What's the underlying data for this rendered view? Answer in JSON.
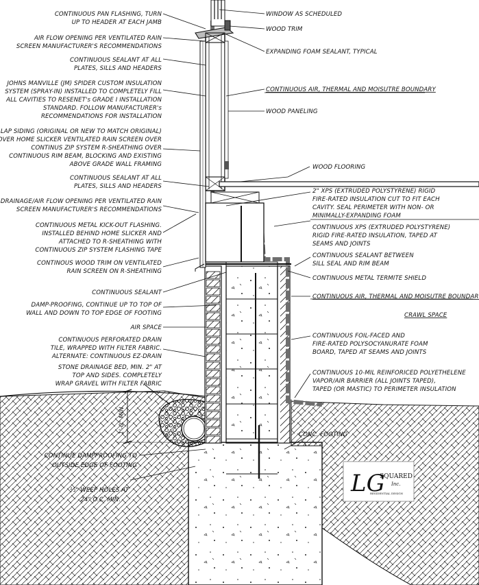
{
  "labels": {
    "window": "WINDOW AS SCHEDULED",
    "wood_trim": "WOOD TRIM",
    "foam_sealant": "EXPANDING FOAM SEALANT, TYPICAL",
    "pan_flashing": [
      "CONTINUOUS PAN FLASHING, TURN",
      "UP TO HEADER AT EACH JAMB"
    ],
    "air_flow_top": [
      "AIR FLOW OPENING PER VENTILATED RAIN",
      "SCREEN MANUFACTURER'S RECOMMENDATIONS"
    ],
    "sealant_top": [
      "CONTINUOUS SEALANT AT ALL",
      "PLATES, SILLS AND HEADERS"
    ],
    "boundary_top": "CONTINUOUS AIR, THERMAL AND MOISUTRE BOUNDARY",
    "insulation": [
      "JOHNS MANVILLE (JM) SPIDER CUSTOM INSULATION",
      "SYSTEM (SPRAY-IN) INSTALLED TO COMPLETELY FILL",
      "ALL CAVITIES TO RESENET's GRADE I INSTALLATION",
      "STANDARD. FOLLOW MANUFACTURER's",
      "RECOMMENDATIONS FOR INSTALLATION"
    ],
    "wood_paneling": "WOOD PANELING",
    "lap_siding": [
      "LAP SIDING (ORIGINAL OR NEW TO MATCH ORIGINAL)",
      "OVER HOME SLICKER VENTILATED RAIN SCREEN OVER",
      "CONTINUS ZIP SYSTEM R-SHEATHING OVER",
      "CONTINUOUS RIM BEAM, BLOCKING AND EXISTING",
      "ABOVE GRADE WALL FRAMING"
    ],
    "wood_flooring": "WOOD FLOORING",
    "sealant_mid": [
      "CONTINUOUS SEALANT AT ALL",
      "PLATES, SILLS AND HEADERS"
    ],
    "xps_rigid": [
      "2\" XPS (EXTRUDED POLYSTYRENE) RIGID",
      "FIRE-RATED INSULATION CUT TO FIT EACH",
      "CAVITY. SEAL PERIMETER WITH NON- OR",
      "MINIMALLY-EXPANDING FOAM"
    ],
    "drainage_opening": [
      "DRAINAGE/AIR FLOW OPENING PER VENTILATED RAIN",
      "SCREEN MANUFACTURER'S RECOMMENDATIONS"
    ],
    "kick_out": [
      "CONTINUOUS METAL KICK-OUT FLASHING.",
      "INSTALLED BEHIND HOME SLICKER AND",
      "ATTACHED TO R-SHEATHING WITH",
      "CONTINUOUS ZIP SYSTEM FLASHING TAPE"
    ],
    "xps_cont": [
      "CONTINUOUS XPS (EXTRUDED POLYSTYRENE)",
      "RIGID FIRE-RATED INSULATION, TAPED AT",
      "SEAMS AND JOINTS"
    ],
    "sill_sealant": [
      "CONTINUOUS SEALANT BETWEEN",
      "SILL SEAL AND RIM BEAM"
    ],
    "wood_trim_rain": [
      "CONTINOUS WOOD TRIM ON VENTILATED",
      "RAIN SCREEN ON R-SHEATHING"
    ],
    "termite": "CONTINUOUS METAL TERMITE SHIELD",
    "cont_sealant": "CONTINUOUS SEALANT",
    "boundary_low": "CONTINUOUS AIR, THERMAL AND MOISUTRE BOUNDARY",
    "damp_proofing": [
      "DAMP-PROOFING, CONTINUE UP TO TOP OF",
      "WALL AND DOWN TO TOP EDGE OF FOOTING"
    ],
    "crawl_space": "CRAWL SPACE",
    "air_space": "AIR SPACE",
    "foil_board": [
      "CONTINUOUS FOIL-FACED AND",
      "FIRE-RATED POLYSOCYANURATE FOAM",
      "BOARD, TAPED AT SEAMS AND JOINTS"
    ],
    "drain_tile": [
      "CONTINUOUS PERFORATED DRAIN",
      "TILE, WRAPPED WITH FILTER FABRIC.",
      "ALTERNATE: CONTINUOUS EZ-DRAIN"
    ],
    "vapor_barrier": [
      "CONTINUOUS 10-MIL REINFORICED POLYETHELENE",
      "VAPOR/AIR BARRIER (ALL JOINTS TAPED),",
      "TAPED (OR MASTIC) TO PERIMETER INSULATION"
    ],
    "stone_bed": [
      "STONE DRAINAGE BED, MIN. 2\" AT",
      "TOP AND SIDES. COMPLETELY",
      "WRAP GRAVEL WITH FILTER FABRIC"
    ],
    "min_dim": "1'-0\" MIN.",
    "conc_footing": "CONC. FOOTING",
    "continue_damp": [
      "CONTINUE DAMPPROOFING TO",
      "OUTSIDE EDGE OF FOOTING"
    ],
    "weep_holes": [
      "½\" WEEP HOLES AT",
      "24\" O.C. MIN."
    ]
  },
  "logo": {
    "letters": "LG",
    "name": "SQUARED",
    "suffix": "Inc.",
    "tagline": "RESIDENTIAL DESIGN"
  },
  "colors": {
    "line": "#111111",
    "insulation": "#6e6e6e",
    "fill_light": "#ffffff"
  }
}
